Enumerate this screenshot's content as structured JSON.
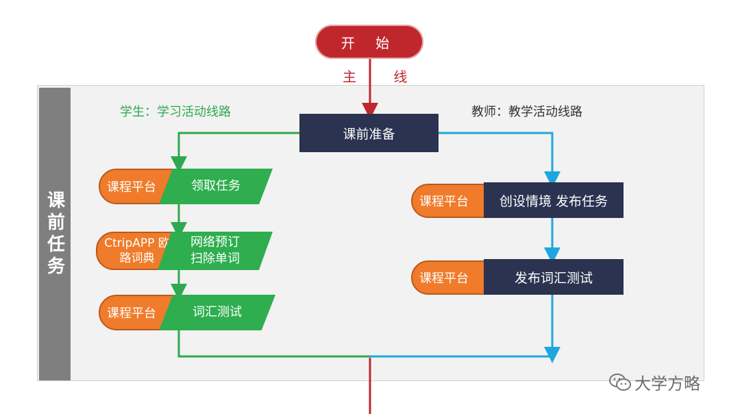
{
  "start": {
    "label": "开 始"
  },
  "main_line": {
    "label": "主 线"
  },
  "section": {
    "label": "课前任务"
  },
  "student_lane": {
    "title": "学生：学习活动线路"
  },
  "teacher_lane": {
    "title": "教师：教学活动线路"
  },
  "prep": {
    "label": "课前准备"
  },
  "student_steps": [
    {
      "tool": "课程平台",
      "task": "领取任务"
    },
    {
      "tool": "CtripAPP 欧路词典",
      "task": "网络预订 扫除单词"
    },
    {
      "tool": "课程平台",
      "task": "词汇测试"
    }
  ],
  "teacher_steps": [
    {
      "tool": "课程平台",
      "task": "创设情境 发布任务"
    },
    {
      "tool": "课程平台",
      "task": "发布词汇测试"
    }
  ],
  "watermark": {
    "text": "大学方略",
    "icon": "wechat-icon"
  },
  "colors": {
    "start_red": "#c0272d",
    "navy": "#2b3350",
    "student_green": "#2fa84f",
    "teacher_blue": "#1ea7df",
    "tool_orange": "#ef7b2b"
  }
}
